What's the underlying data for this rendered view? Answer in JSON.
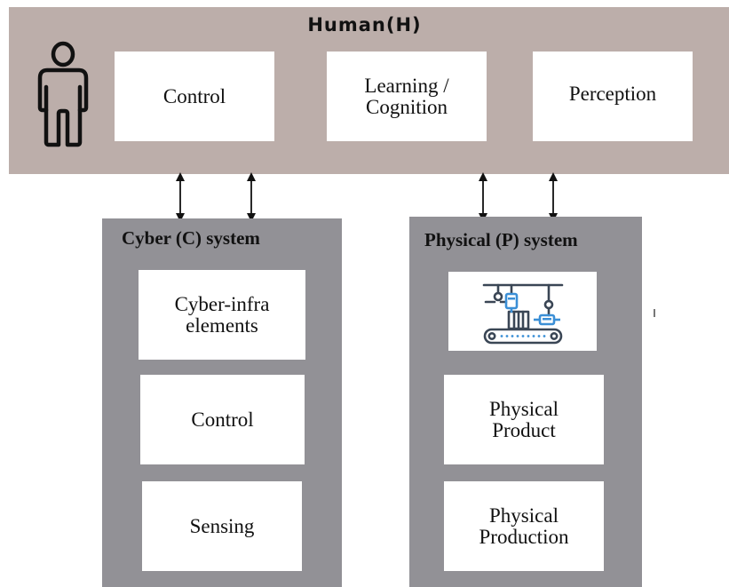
{
  "human": {
    "title": "Human(H)",
    "icon": "person-icon",
    "boxes": {
      "control": "Control",
      "learning_line1": "Learning /",
      "learning_line2": "Cognition",
      "perception": "Perception"
    }
  },
  "cyber": {
    "title": "Cyber (C)  system",
    "boxes": {
      "infra_line1": "Cyber-infra",
      "infra_line2": "elements",
      "control": "Control",
      "sensing": "Sensing"
    }
  },
  "physical": {
    "title": "Physical (P) system",
    "icon": "factory-conveyor-icon",
    "boxes": {
      "product_line1": "Physical",
      "product_line2": "Product",
      "production_line1": "Physical",
      "production_line2": "Production"
    }
  },
  "colors": {
    "human_band": "#bcaeaa",
    "system_panel": "#929196",
    "icon_blue": "#3b8fd6",
    "icon_dark": "#3a4655"
  }
}
